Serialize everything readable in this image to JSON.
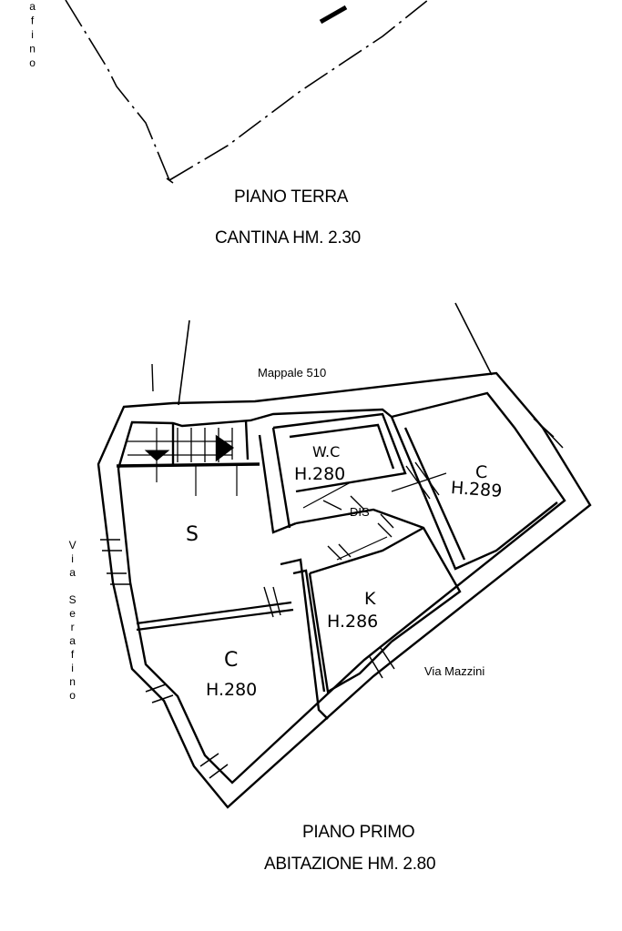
{
  "top_floor": {
    "title": "PIANO TERRA",
    "subtitle": "CANTINA HM. 2.30",
    "street_partial": "afino"
  },
  "first_floor": {
    "title": "PIANO PRIMO",
    "subtitle": "ABITAZIONE HM. 2.80",
    "parcel_label": "Mappale 510",
    "street_left": "Via Serafino",
    "street_right": "Via Mazzini",
    "dis_label": "DIS",
    "rooms": [
      {
        "code": "W.C",
        "height": "H.280"
      },
      {
        "code": "C",
        "height": "H.289"
      },
      {
        "code": "S",
        "height": ""
      },
      {
        "code": "K",
        "height": "H.286"
      },
      {
        "code": "C",
        "height": "H.280"
      }
    ]
  }
}
